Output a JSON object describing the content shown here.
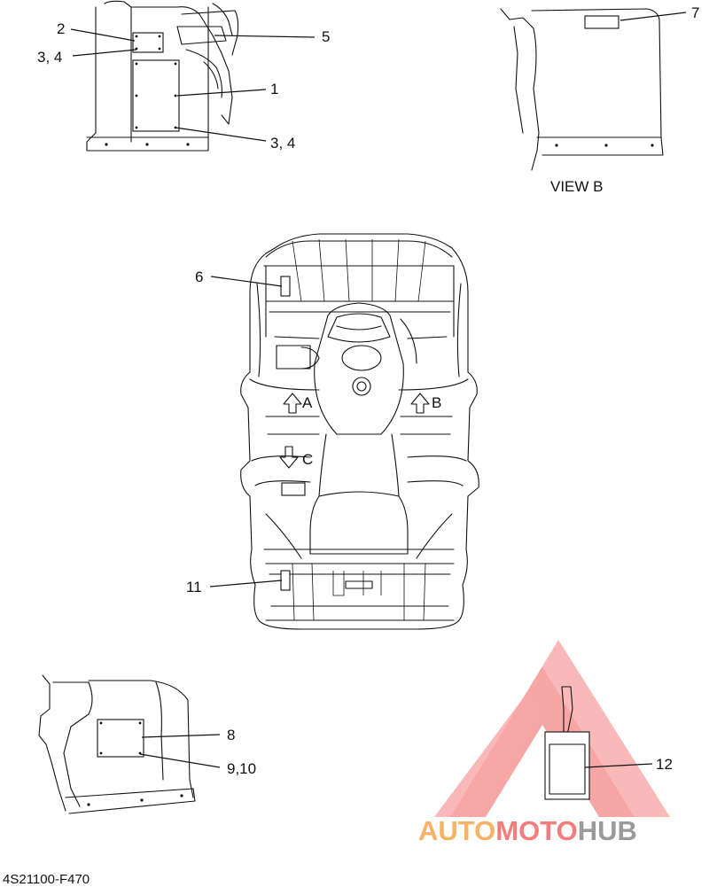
{
  "diagram": {
    "view_b_label": "VIEW B",
    "arrows": {
      "a": "A",
      "b": "B",
      "c": "C"
    },
    "callouts": {
      "n1": "1",
      "n2": "2",
      "n3_4_top": "3, 4",
      "n3_4_bottom": "3, 4",
      "n5": "5",
      "n6": "6",
      "n7": "7",
      "n8": "8",
      "n9_10": "9,10",
      "n11": "11",
      "n12": "12"
    },
    "drawing_code": "4S21100-F470"
  },
  "watermark": {
    "auto": "AUTO",
    "moto": "MOTO",
    "hub": "HUB",
    "colors": {
      "triangle": "#f25f5f",
      "auto": "#f7b267",
      "moto": "#f47c7c",
      "hub": "#9a9a9a"
    }
  }
}
